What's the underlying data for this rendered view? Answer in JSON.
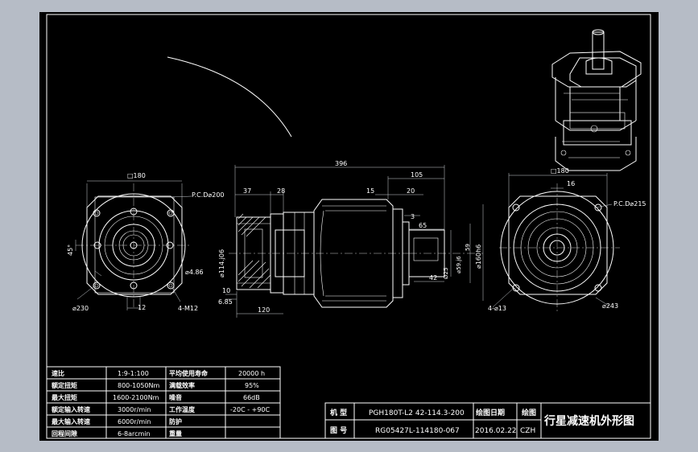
{
  "colors": {
    "background": "#b6bcc6",
    "sheet": "#000000",
    "lines": "#ffffff",
    "dimensions": "#cfd4da"
  },
  "dims": {
    "d1": "□180",
    "d2": "P.C.D⌀200",
    "d3": "45°",
    "d4": "⌀4.86",
    "d5": "⌀230",
    "d6": "12",
    "d7": "4-M12",
    "d8": "396",
    "d9": "105",
    "d10": "37",
    "d11": "28",
    "d12": "15",
    "d13": "20",
    "d14": "3",
    "d15": "65",
    "d16": "⌀114.j06",
    "d17": "⌀59.j6",
    "d18": "59",
    "d19": "⌀160h6",
    "d20": "Ø25",
    "d21": "42",
    "d22": "10",
    "d23": "6.85",
    "d24": "120",
    "d25": "□180",
    "d26": "16",
    "d27": "P.C.D⌀215",
    "d28": "4-⌀13",
    "d29": "⌀243"
  },
  "spec_rows": [
    {
      "k1": "速比",
      "v1": "1:9-1:100",
      "k2": "平均使用寿命",
      "v2": "20000 h"
    },
    {
      "k1": "额定扭矩",
      "v1": "800-1050Nm",
      "k2": "满载效率",
      "v2": "95%"
    },
    {
      "k1": "最大扭矩",
      "v1": "1600-2100Nm",
      "k2": "噪音",
      "v2": "66dB"
    },
    {
      "k1": "额定输入转速",
      "v1": "3000r/min",
      "k2": "工作温度",
      "v2": "-20C - +90C"
    },
    {
      "k1": "最大输入转速",
      "v1": "6000r/min",
      "k2": "防护",
      "v2": ""
    },
    {
      "k1": "回程间隙",
      "v1": "6-8arcmin",
      "k2": "重量",
      "v2": ""
    }
  ],
  "title_block": {
    "r1_label": "机 型",
    "r1_model": "PGH180T-L2 42-114.3-200",
    "r1_drawn": "绘图日期",
    "r1_draw_lbl": "绘图",
    "r2_label": "图 号",
    "r2_number": "RG05427L-114180-067",
    "r2_date": "2016.02.22",
    "r2_drafter": "CZH",
    "drawing_title": "行星减速机外形图"
  }
}
